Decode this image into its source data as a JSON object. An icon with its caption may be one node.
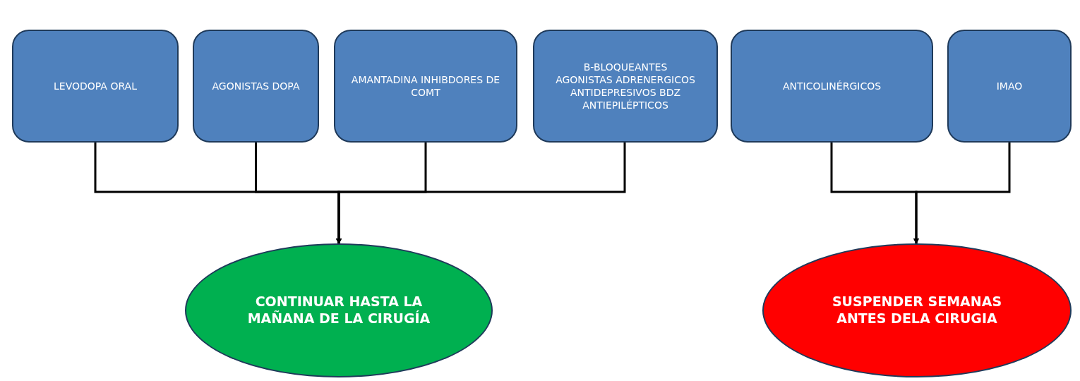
{
  "diagram": {
    "nodes": [
      {
        "text": [
          "LEVODOPA ORAL"
        ]
      },
      {
        "text": [
          "AGONISTAS DOPA"
        ]
      },
      {
        "text": [
          "AMANTADINA INHIBDORES DE COMT"
        ]
      },
      {
        "text": [
          "B-BLOQUEANTES AGONISTAS ADRENERGICOS ANTIDEPRESIVOS BDZ ANTIEPILÉPTICOS"
        ]
      },
      {
        "text": [
          "ANTICOLINÉRGICOS"
        ]
      },
      {
        "text": [
          "IMAO"
        ]
      },
      {
        "text": [
          "CONTINUAR HASTA LA MAÑANA DE LA CIRUGÍA"
        ]
      },
      {
        "text": [
          "SUSPENDER SEMANAS ANTES DELA CIRUGIA"
        ]
      }
    ],
    "edges": [
      {
        "from": 0,
        "to": 6,
        "arrow": "to"
      },
      {
        "from": 1,
        "to": 6,
        "arrow": "to"
      },
      {
        "from": 2,
        "to": 6,
        "arrow": "to"
      },
      {
        "from": 3,
        "to": 6,
        "arrow": "to"
      },
      {
        "from": 4,
        "to": 7,
        "arrow": "to"
      },
      {
        "from": 5,
        "to": 7,
        "arrow": "to"
      }
    ]
  }
}
